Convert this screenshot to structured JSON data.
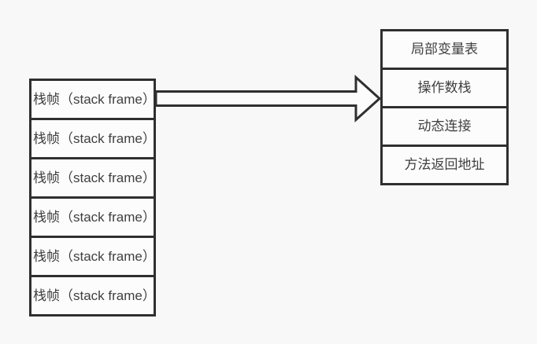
{
  "palette": {
    "background": "#f8f8f8",
    "box_fill": "#fcfcfc",
    "border": "#2f2f2f",
    "text": "#3f3f3f"
  },
  "left_stack": {
    "items": [
      "栈帧（stack frame）",
      "栈帧（stack frame）",
      "栈帧（stack frame）",
      "栈帧（stack frame）",
      "栈帧（stack frame）",
      "栈帧（stack frame）"
    ]
  },
  "right_stack": {
    "items": [
      "局部变量表",
      "操作数栈",
      "动态连接",
      "方法返回地址"
    ]
  },
  "arrow": {
    "icon": "arrow-right",
    "from": "stack-frame-box-0",
    "to": "frame-detail-column"
  }
}
